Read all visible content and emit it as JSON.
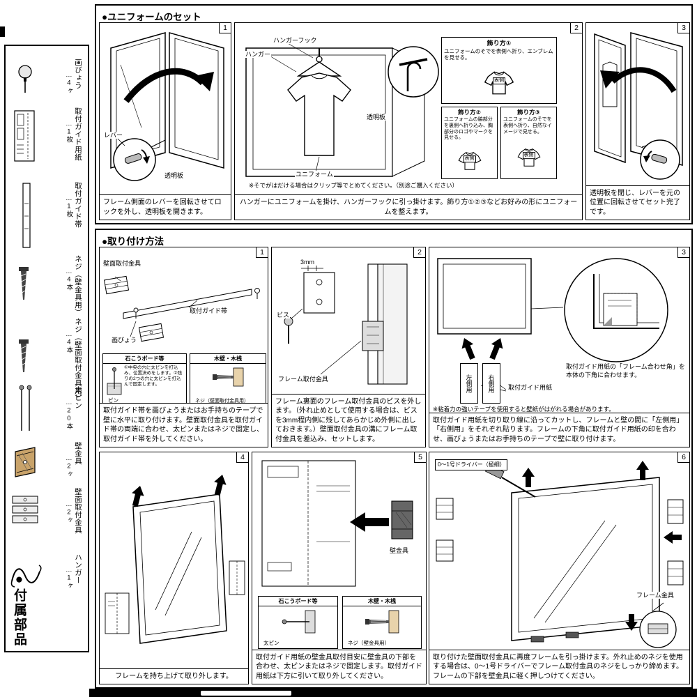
{
  "sidebar": {
    "title": "●付属部品",
    "items": [
      {
        "name": "画びょう",
        "qty": "…4ヶ",
        "icon": "pushpin-icon"
      },
      {
        "name": "取付ガイド用紙",
        "qty": "…1枚",
        "icon": "guide-paper-icon"
      },
      {
        "name": "取付ガイド帯",
        "qty": "…1枚",
        "icon": "guide-strip-icon"
      },
      {
        "name": "ネジ（壁金具用）",
        "qty": "…4本",
        "icon": "screw-icon"
      },
      {
        "name": "ネジ（壁面取付金具用）",
        "qty": "…4本",
        "icon": "screw-icon"
      },
      {
        "name": "太ピン",
        "qty": "…20本",
        "icon": "pin-icon"
      },
      {
        "name": "壁金具",
        "qty": "…2ヶ",
        "icon": "wall-bracket-icon"
      },
      {
        "name": "壁面取付金具",
        "qty": "…2ヶ",
        "icon": "wall-mount-bracket-icon"
      },
      {
        "name": "ハンガー",
        "qty": "…1ヶ",
        "icon": "hanger-icon"
      }
    ]
  },
  "uniform_section": {
    "title": "●ユニフォームのセット",
    "step1": {
      "number": "1",
      "label_lever": "レバー",
      "label_clear_panel": "透明板",
      "caption": "フレーム側面のレバーを回転させてロックを外し、透明板を開きます。"
    },
    "step2": {
      "number": "2",
      "label_hanger_hook": "ハンガーフック",
      "label_hanger": "ハンガー",
      "label_clear_panel": "透明板",
      "label_uniform": "ユニフォーム",
      "decor1_title": "飾り方①",
      "decor1_text": "ユニフォームのそでを表側へ折り、エンブレムを見せる。",
      "decor2_title": "飾り方②",
      "decor2_text": "ユニフォームの脇部分を裏側へ折り込み、胸部分のロゴやマークを見せる。",
      "decor3_title": "飾り方③",
      "decor3_text": "ユニフォームのそでを表側へ折り、自然なイメージで見せる。",
      "front_label": "表側",
      "note": "※そでがはだける場合はクリップ等でとめてください。（別途ご購入ください）",
      "caption": "ハンガーにユニフォームを掛け、ハンガーフックに引っ掛けます。飾り方①②③などお好みの形にユニフォームを整えます。"
    },
    "step3": {
      "number": "3",
      "caption": "透明板を閉じ、レバーを元の位置に回転させてセット完了です。"
    }
  },
  "mount_section": {
    "title": "●取り付け方法",
    "step1": {
      "number": "1",
      "label_wall_bracket": "壁面取付金具",
      "label_guide_strip": "取付ガイド帯",
      "label_pushpin": "画びょう",
      "box_left_title": "石こうボード等",
      "box_left_text": "①中央の穴に太ピンを打込み、位置決めをします。②残りの2つの穴に太ピンを打込んで固定します。",
      "box_left_label": "ピン",
      "box_right_title": "木壁・木桟",
      "box_right_label": "ネジ（壁面取付金具用）",
      "caption": "取付ガイド帯を画びょうまたはお手持ちのテープで壁に水平に取り付けます。壁面取付金具を取付ガイド帯の両端に合わせ、太ピンまたはネジで固定し、取付ガイド帯を外してください。"
    },
    "step2": {
      "number": "2",
      "label_3mm": "3mm",
      "label_screw": "ビス",
      "label_frame_bracket": "フレーム取付金具",
      "caption": "フレーム裏面のフレーム取付金具のビスを外します。（外れ止めとして使用する場合は、ビスを3mm程内側に残してあらかじめ外側に出しておきます。）壁面取付金具の溝にフレーム取付金具を差込み、セットします。"
    },
    "step3": {
      "number": "3",
      "label_left": "左側用",
      "label_right": "右側用",
      "label_guide_paper": "取付ガイド用紙",
      "callout": "取付ガイド用紙の「フレーム合わせ角」を本体の下角に合わせます。",
      "note": "※粘着力の強いテープを使用すると壁紙がはがれる場合があります。",
      "caption": "取付ガイド用紙を切り取り線に沿ってカットし、フレームと壁の間に「左側用」「右側用」をそれぞれ貼ります。フレームの下角に取付ガイド用紙の印を合わせ、画びょうまたはお手持ちのテープで壁に取り付けます。"
    },
    "step4": {
      "number": "4",
      "caption": "フレームを持ち上げて取り外します。"
    },
    "step5": {
      "number": "5",
      "label_wall_fitting": "壁金具",
      "box_left_title": "石こうボード等",
      "box_left_label": "太ピン",
      "box_right_title": "木壁・木桟",
      "box_right_label": "ネジ（壁金具用）",
      "caption": "取付ガイド用紙の壁金具取付目安に壁金具の下部を合わせ、太ピンまたはネジで固定します。取付ガイド用紙は下方に引いて取り外してください。"
    },
    "step6": {
      "number": "6",
      "label_driver": "0〜1号ドライバー（極細）",
      "label_frame_fitting": "フレーム金具",
      "caption": "取り付けた壁面取付金具に再度フレームを引っ掛けます。外れ止めのネジを使用する場合は、0〜1号ドライバーでフレーム取付金具のネジをしっかり締めます。フレームの下部を壁金具に軽く押しつけてください。"
    }
  }
}
